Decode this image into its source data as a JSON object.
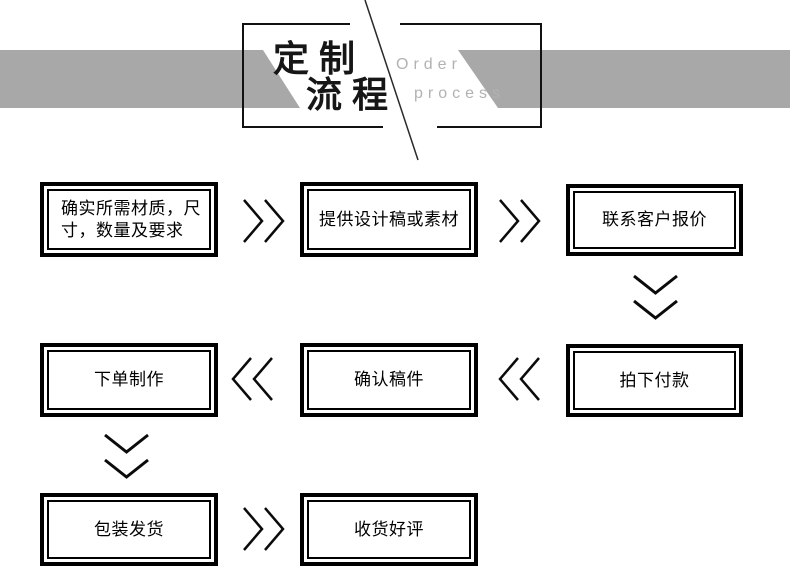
{
  "header": {
    "title_line1": "定制",
    "title_line2": "流程",
    "subtitle_line1": "Order",
    "subtitle_line2": "process"
  },
  "colors": {
    "band_gray": "#a8a8a8",
    "subtitle_gray": "#b2b2b2",
    "ink": "#000000"
  },
  "flow": {
    "boxes": [
      {
        "lines": [
          "确实所需材质，尺",
          "寸，数量及要求"
        ]
      },
      {
        "lines": [
          "提供设计稿或素材"
        ]
      },
      {
        "lines": [
          "联系客户报价"
        ]
      },
      {
        "lines": [
          "下单制作"
        ]
      },
      {
        "lines": [
          "确认稿件"
        ]
      },
      {
        "lines": [
          "拍下付款"
        ]
      },
      {
        "lines": [
          "包装发货"
        ]
      },
      {
        "lines": [
          "收货好评"
        ]
      }
    ]
  }
}
